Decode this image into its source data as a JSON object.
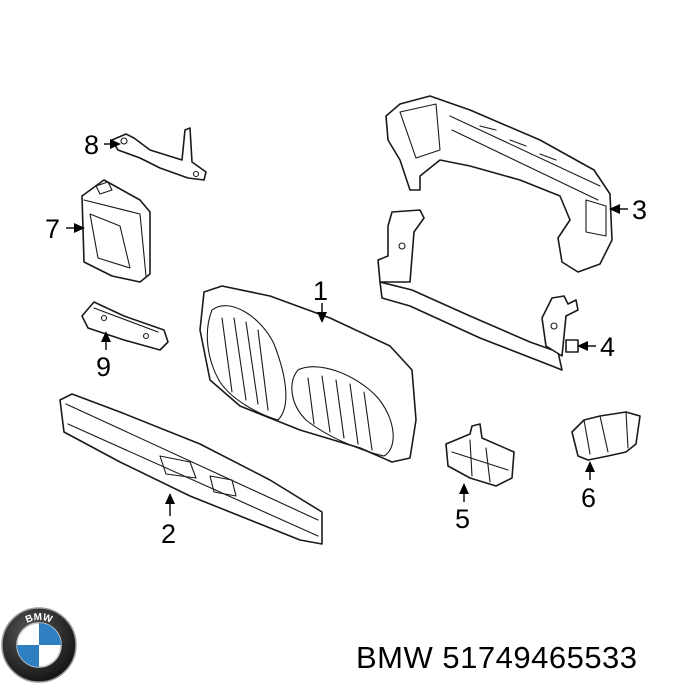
{
  "diagram": {
    "callouts": [
      {
        "id": "1",
        "label": "1"
      },
      {
        "id": "2",
        "label": "2"
      },
      {
        "id": "3",
        "label": "3"
      },
      {
        "id": "4",
        "label": "4"
      },
      {
        "id": "5",
        "label": "5"
      },
      {
        "id": "6",
        "label": "6"
      },
      {
        "id": "7",
        "label": "7"
      },
      {
        "id": "8",
        "label": "8"
      },
      {
        "id": "9",
        "label": "9"
      }
    ]
  },
  "footer": {
    "brand": "BMW",
    "part_number": "51749465533",
    "logo_text": "BMW"
  },
  "colors": {
    "line": "#1a1a1a",
    "background": "#ffffff",
    "logo_blue": "#2f7fc3"
  }
}
